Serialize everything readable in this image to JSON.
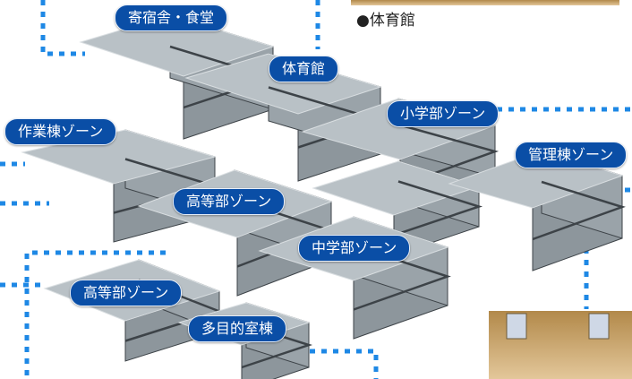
{
  "colors": {
    "block_top": "#b9c1c6",
    "block_side": "#9aa3a9",
    "block_front": "#8d969c",
    "block_line": "#3d4348",
    "label_bg": "#0a4ea6",
    "dotted_path": "#1e88e5",
    "photo_top": "#b2894a",
    "photo_bottom": "#e3c79a"
  },
  "photo": {
    "caption": "●体育館"
  },
  "labels": {
    "dormitory_cafeteria": "寄宿舎・食堂",
    "gymnasium": "体育館",
    "elementary_zone": "小学部ゾーン",
    "workshop_zone": "作業棟ゾーン",
    "admin_zone": "管理棟ゾーン",
    "high_school_zone_upper": "高等部ゾーン",
    "middle_school_zone": "中学部ゾーン",
    "high_school_zone_lower": "高等部ゾーン",
    "multipurpose_building": "多目的室棟"
  }
}
